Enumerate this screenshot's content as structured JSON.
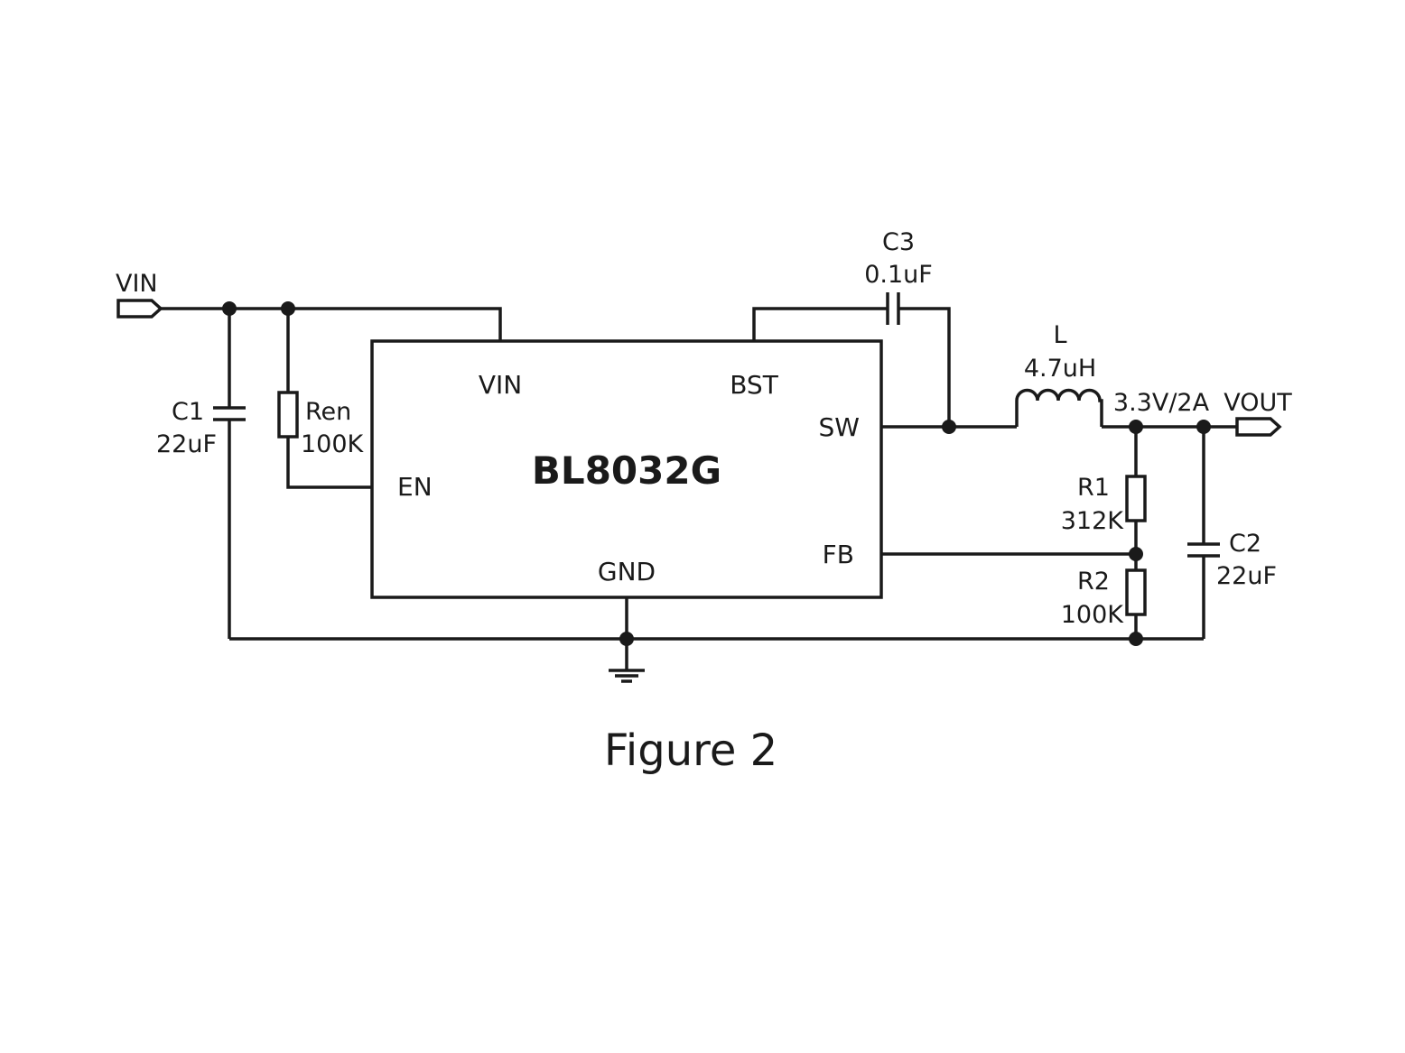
{
  "chip": {
    "name": "BL8032G",
    "pins": {
      "vin": "VIN",
      "bst": "BST",
      "sw": "SW",
      "en": "EN",
      "fb": "FB",
      "gnd": "GND"
    }
  },
  "ports": {
    "vin": "VIN",
    "vout": "VOUT"
  },
  "components": {
    "c1": {
      "ref": "C1",
      "value": "22uF"
    },
    "ren": {
      "ref": "Ren",
      "value": "100K"
    },
    "c3": {
      "ref": "C3",
      "value": "0.1uF"
    },
    "l": {
      "ref": "L",
      "value": "4.7uH"
    },
    "r1": {
      "ref": "R1",
      "value": "312K"
    },
    "r2": {
      "ref": "R2",
      "value": "100K"
    },
    "c2": {
      "ref": "C2",
      "value": "22uF"
    }
  },
  "output_spec": "3.3V/2A",
  "caption": "Figure 2"
}
